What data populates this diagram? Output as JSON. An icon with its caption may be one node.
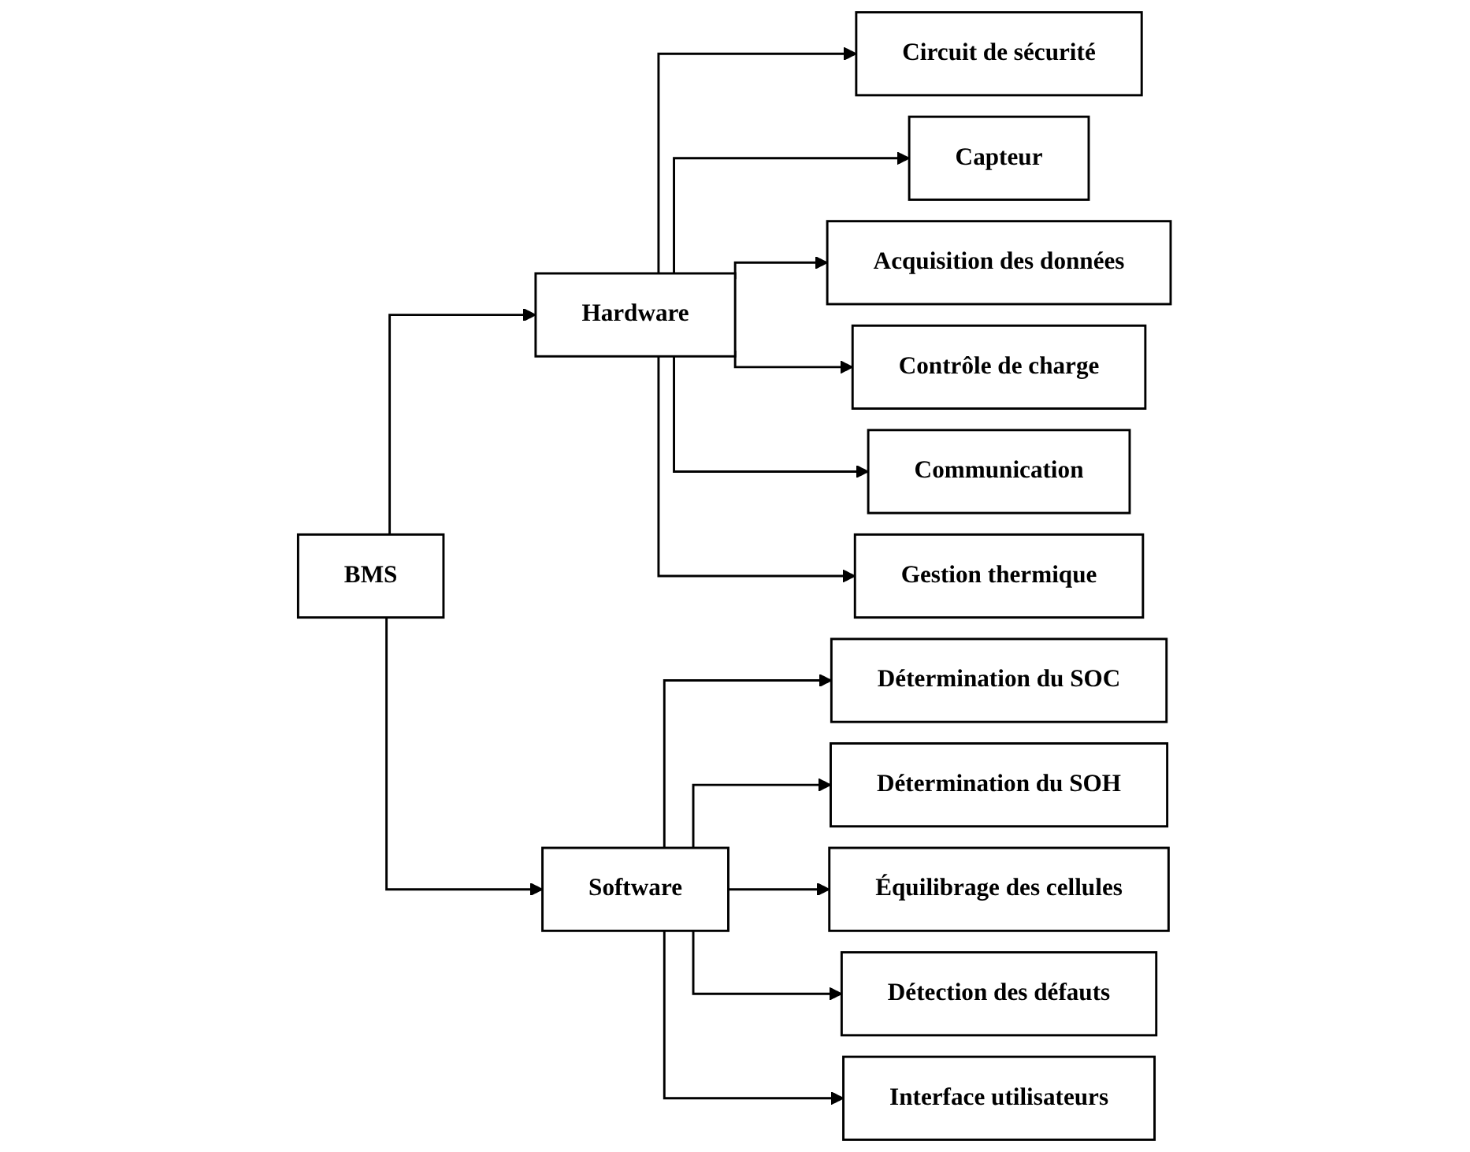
{
  "diagram": {
    "nodes": [
      {
        "text": [
          "BMS"
        ]
      },
      {
        "text": [
          "Hardware"
        ]
      },
      {
        "text": [
          "Circuit de sécurité"
        ]
      },
      {
        "text": [
          "Capteur"
        ]
      },
      {
        "text": [
          "Acquisition des données"
        ]
      },
      {
        "text": [
          "Contrôle de charge"
        ]
      },
      {
        "text": [
          "Communication"
        ]
      },
      {
        "text": [
          "Gestion thermique"
        ]
      },
      {
        "text": [
          "Software"
        ]
      },
      {
        "text": [
          "Détermination du SOC"
        ]
      },
      {
        "text": [
          "Détermination du SOH"
        ]
      },
      {
        "text": [
          "Équilibrage des cellules"
        ]
      },
      {
        "text": [
          "Détection des défauts"
        ]
      },
      {
        "text": [
          "Interface utilisateurs"
        ]
      }
    ],
    "edges": [
      {
        "from": 0,
        "to": 1,
        "arrow": "to"
      },
      {
        "from": 0,
        "to": 8,
        "arrow": "to"
      },
      {
        "from": 1,
        "to": 2,
        "arrow": "to"
      },
      {
        "from": 1,
        "to": 3,
        "arrow": "to"
      },
      {
        "from": 1,
        "to": 4,
        "arrow": "to"
      },
      {
        "from": 1,
        "to": 5,
        "arrow": "to"
      },
      {
        "from": 1,
        "to": 6,
        "arrow": "to"
      },
      {
        "from": 1,
        "to": 7,
        "arrow": "to"
      },
      {
        "from": 8,
        "to": 9,
        "arrow": "to"
      },
      {
        "from": 8,
        "to": 10,
        "arrow": "to"
      },
      {
        "from": 8,
        "to": 11,
        "arrow": "to"
      },
      {
        "from": 8,
        "to": 12,
        "arrow": "to"
      },
      {
        "from": 8,
        "to": 13,
        "arrow": "to"
      }
    ]
  }
}
